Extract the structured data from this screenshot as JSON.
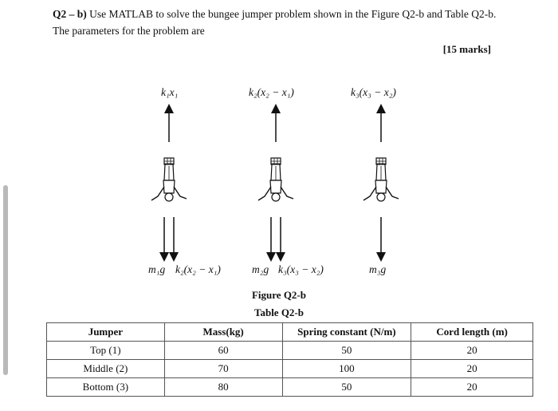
{
  "question": {
    "label": "Q2 – b)",
    "text_line1": " Use MATLAB to solve the bungee jumper problem shown in the Figure Q2-b and Table Q2-b.",
    "text_line2": "The parameters for the problem are",
    "marks": "[15 marks]"
  },
  "figure": {
    "top_labels": [
      "k₁x₁",
      "k₂(x₂ − x₁)",
      "k₃(x₃ − x₂)"
    ],
    "bottom_labels": [
      "m₁g",
      "k₂(x₂ − x₁)",
      "m₂g",
      "k₃(x₃ − x₂)",
      "m₃g"
    ],
    "caption": "Figure Q2-b"
  },
  "table": {
    "caption": "Table Q2-b",
    "headers": [
      "Jumper",
      "Mass(kg)",
      "Spring constant (N/m)",
      "Cord length (m)"
    ],
    "rows": [
      [
        "Top (1)",
        "60",
        "50",
        "20"
      ],
      [
        "Middle (2)",
        "70",
        "100",
        "20"
      ],
      [
        "Bottom (3)",
        "80",
        "50",
        "20"
      ]
    ]
  }
}
